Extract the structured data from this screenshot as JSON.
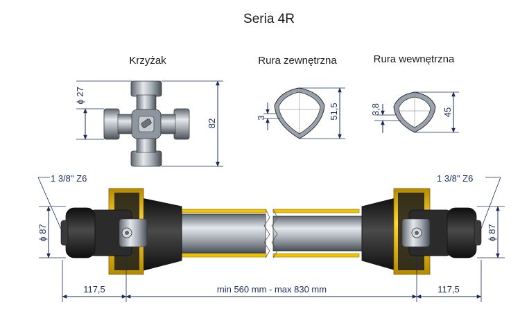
{
  "title": "Seria 4R",
  "parts": {
    "cross": "Krzyżak",
    "outer_tube": "Rura zewnętrzna",
    "inner_tube": "Rura wewnętrzna"
  },
  "dimensions": {
    "cross_diameter": "ϕ 27",
    "cross_length": "82",
    "outer_wall": "3",
    "outer_height": "51,5",
    "inner_wall": "3,8",
    "inner_height": "45",
    "spline_left": "1 3/8\" Z6",
    "spline_right": "1 3/8\" Z6",
    "yoke_diameter_left": "ϕ 87",
    "yoke_diameter_right": "ϕ 87",
    "length_left": "117,5",
    "length_right": "117,5",
    "length_range": "min 560 mm - max 830 mm"
  },
  "colors": {
    "dimension": "#1b2a5a",
    "yellow_guard": "#f2c400",
    "metal": "#9aa3ad",
    "black": "#1c1c1c"
  }
}
